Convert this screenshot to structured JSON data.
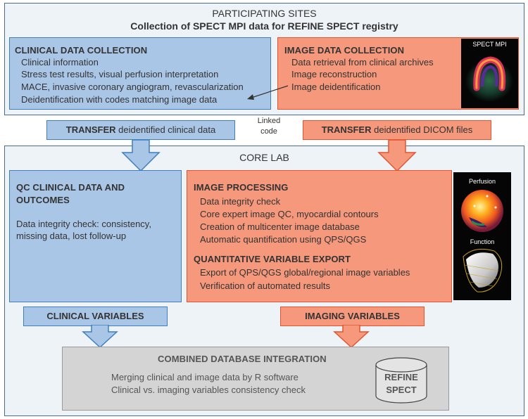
{
  "participating": {
    "title": "PARTICIPATING SITES",
    "subtitle": "Collection of SPECT MPI data for REFINE SPECT registry"
  },
  "clinical_collection": {
    "heading": "CLINICAL DATA COLLECTION",
    "lines": [
      "Clinical information",
      "Stress test results, visual perfusion interpretation",
      "MACE, invasive coronary angiogram, revascularization",
      "Deidentification with codes matching image data"
    ]
  },
  "image_collection": {
    "heading": "IMAGE DATA COLLECTION",
    "lines": [
      "Data retrieval from clinical archives",
      "Image reconstruction",
      "Image deidentification"
    ],
    "image_label": "SPECT MPI"
  },
  "linked_code": [
    "Linked",
    "code"
  ],
  "transfer_clinical": {
    "bold": "TRANSFER",
    "rest": " deidentified clinical data"
  },
  "transfer_image": {
    "bold": "TRANSFER",
    "rest": " deidentified DICOM files"
  },
  "core_lab": {
    "title": "CORE LAB"
  },
  "qc_clinical": {
    "heading_lines": [
      "QC CLINICAL DATA AND",
      "OUTCOMES"
    ],
    "lines": [
      "Data integrity check: consistency,",
      "missing data, lost follow-up"
    ]
  },
  "image_processing": {
    "heading": "IMAGE PROCESSING",
    "lines": [
      "Data integrity check",
      "Core expert image QC, myocardial contours",
      "Creation of multicenter image database",
      "Automatic quantification using QPS/QGS"
    ],
    "export_heading": "QUANTITATIVE VARIABLE EXPORT",
    "export_lines": [
      "Export of QPS/QGS global/regional image variables",
      "Verification of automated results"
    ],
    "perfusion_label": "Perfusion",
    "function_label": "Function"
  },
  "clinical_variables": "CLINICAL VARIABLES",
  "imaging_variables": "IMAGING VARIABLES",
  "combined": {
    "heading": "COMBINED DATABASE INTEGRATION",
    "lines": [
      "Merging clinical and image data by R software",
      "Clinical vs. imaging variables consistency check"
    ],
    "db_label": [
      "REFINE",
      "SPECT"
    ]
  },
  "colors": {
    "blue_fill": "#a9c6e6",
    "blue_border": "#3f7fc0",
    "red_fill": "#f5987c",
    "red_border": "#e2552e",
    "gray_fill": "#d4d4d4"
  }
}
